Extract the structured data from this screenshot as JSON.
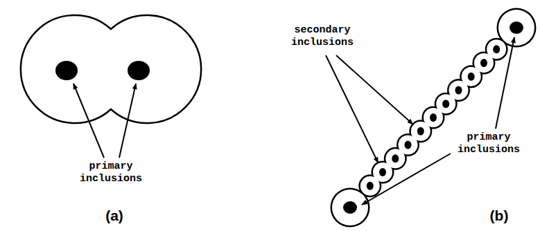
{
  "diagram": {
    "labels": [
      "primary inclusions",
      "secondary inclusions",
      "primary inclusions",
      "(a)",
      "(b)"
    ]
  }
}
